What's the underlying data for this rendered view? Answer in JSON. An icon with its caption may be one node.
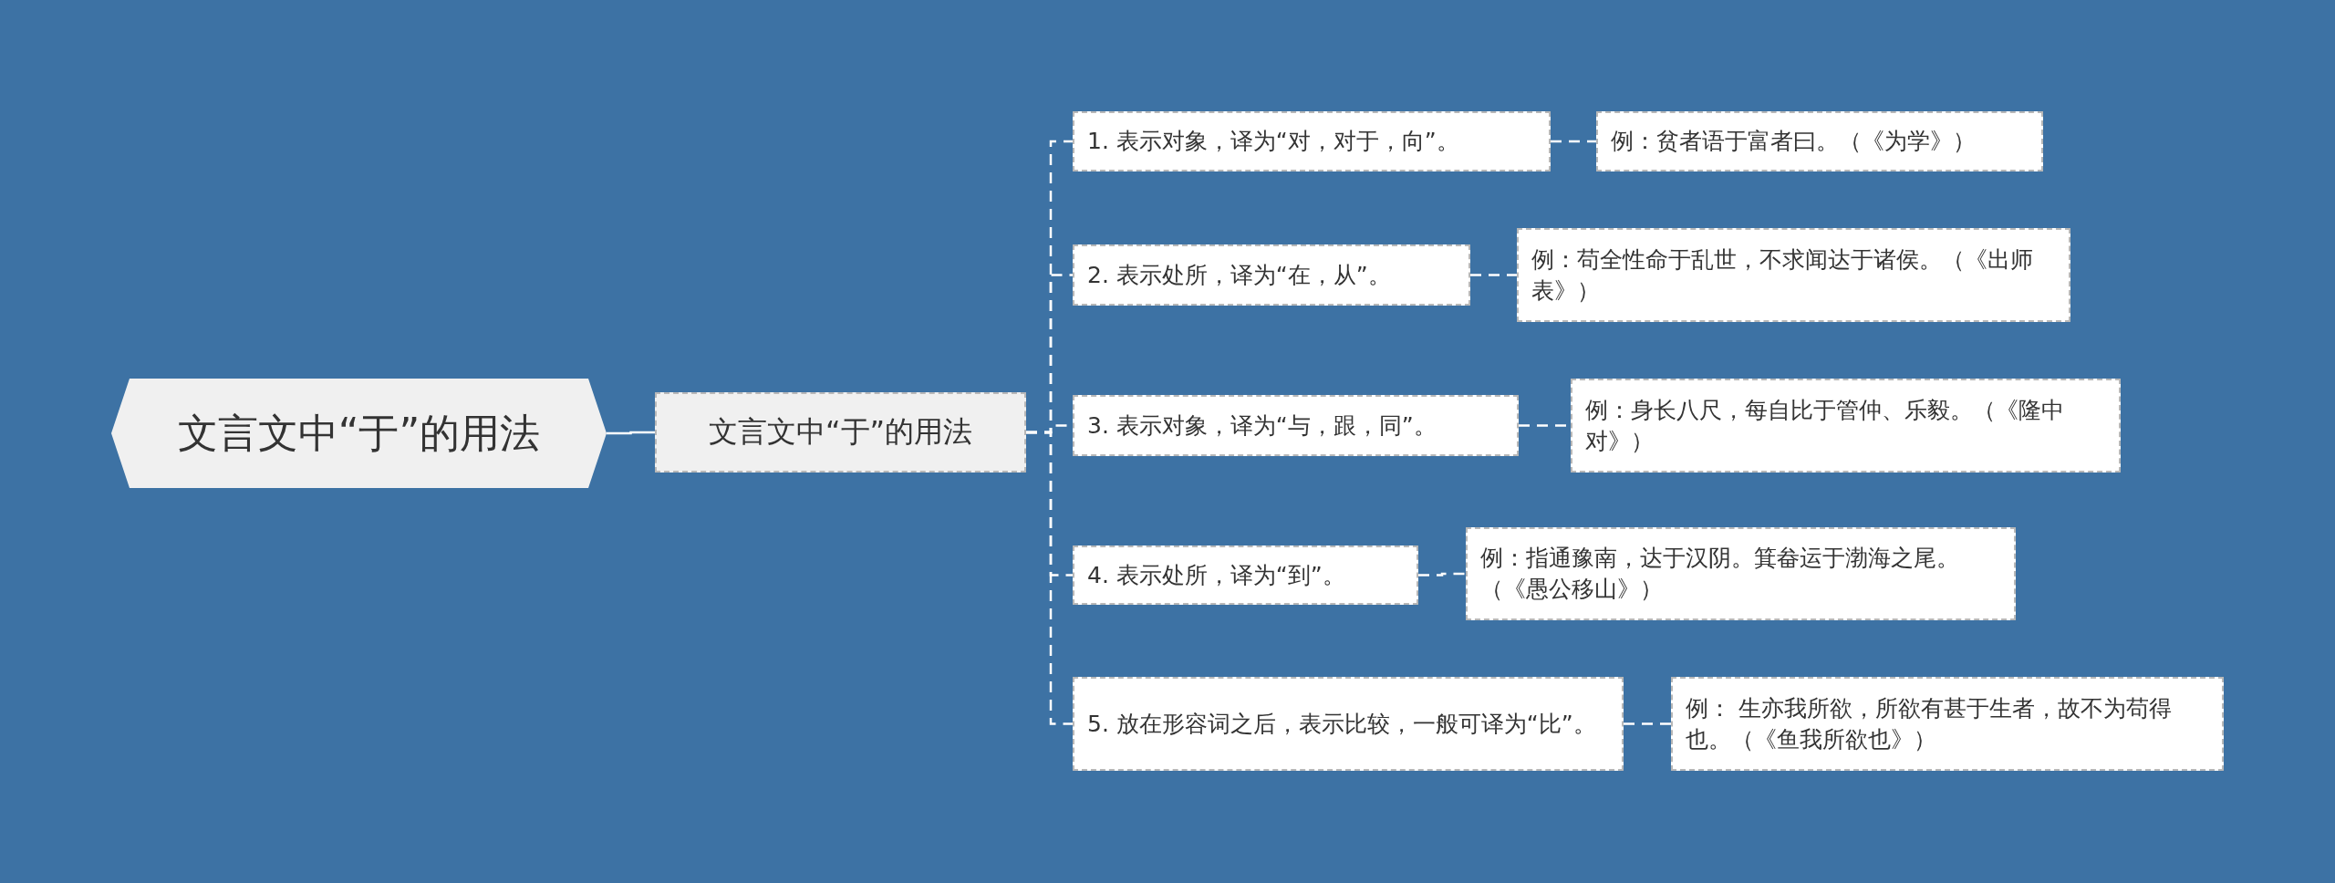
{
  "diagram": {
    "nodes": [
      {
        "text": [
          "文言文中“于”的用法"
        ]
      },
      {
        "text": [
          "文言文中“于”的用法"
        ]
      },
      {
        "text": [
          "1. 表示对象，译为“对，对于，向”。"
        ]
      },
      {
        "text": [
          "例：贫者语于富者曰。（《为学》）"
        ]
      },
      {
        "text": [
          "2. 表示处所，译为“在，从”。"
        ]
      },
      {
        "text": [
          "例：苟全性命于乱世，不求闻达于诸侯。（《出师表》）"
        ]
      },
      {
        "text": [
          "3. 表示对象，译为“与，跟，同”。"
        ]
      },
      {
        "text": [
          "例：身长八尺，每自比于管仲、乐毅。（《隆中对》）"
        ]
      },
      {
        "text": [
          "4. 表示处所，译为“到”。"
        ]
      },
      {
        "text": [
          "例：指通豫南，达于汉阴。箕畚运于渤海之尾。（《愚公移山》）"
        ]
      },
      {
        "text": [
          "5. 放在形容词之后，表示比较，一般可译为“比”。"
        ]
      },
      {
        "text": [
          "例： 生亦我所欲，所欲有甚于生者，故不为苟得也。（《鱼我所欲也》）"
        ]
      }
    ],
    "edges": [
      {
        "from": 0,
        "to": 1,
        "arrow": "none"
      },
      {
        "from": 1,
        "to": 2,
        "arrow": "none",
        "style": "dashed"
      },
      {
        "from": 1,
        "to": 4,
        "arrow": "none",
        "style": "dashed"
      },
      {
        "from": 1,
        "to": 6,
        "arrow": "none",
        "style": "dashed"
      },
      {
        "from": 1,
        "to": 8,
        "arrow": "none",
        "style": "dashed"
      },
      {
        "from": 1,
        "to": 10,
        "arrow": "none",
        "style": "dashed"
      },
      {
        "from": 2,
        "to": 3,
        "arrow": "none",
        "style": "dashed"
      },
      {
        "from": 4,
        "to": 5,
        "arrow": "none",
        "style": "dashed"
      },
      {
        "from": 6,
        "to": 7,
        "arrow": "none",
        "style": "dashed"
      },
      {
        "from": 8,
        "to": 9,
        "arrow": "none",
        "style": "dashed"
      },
      {
        "from": 10,
        "to": 11,
        "arrow": "none",
        "style": "dashed"
      }
    ]
  }
}
